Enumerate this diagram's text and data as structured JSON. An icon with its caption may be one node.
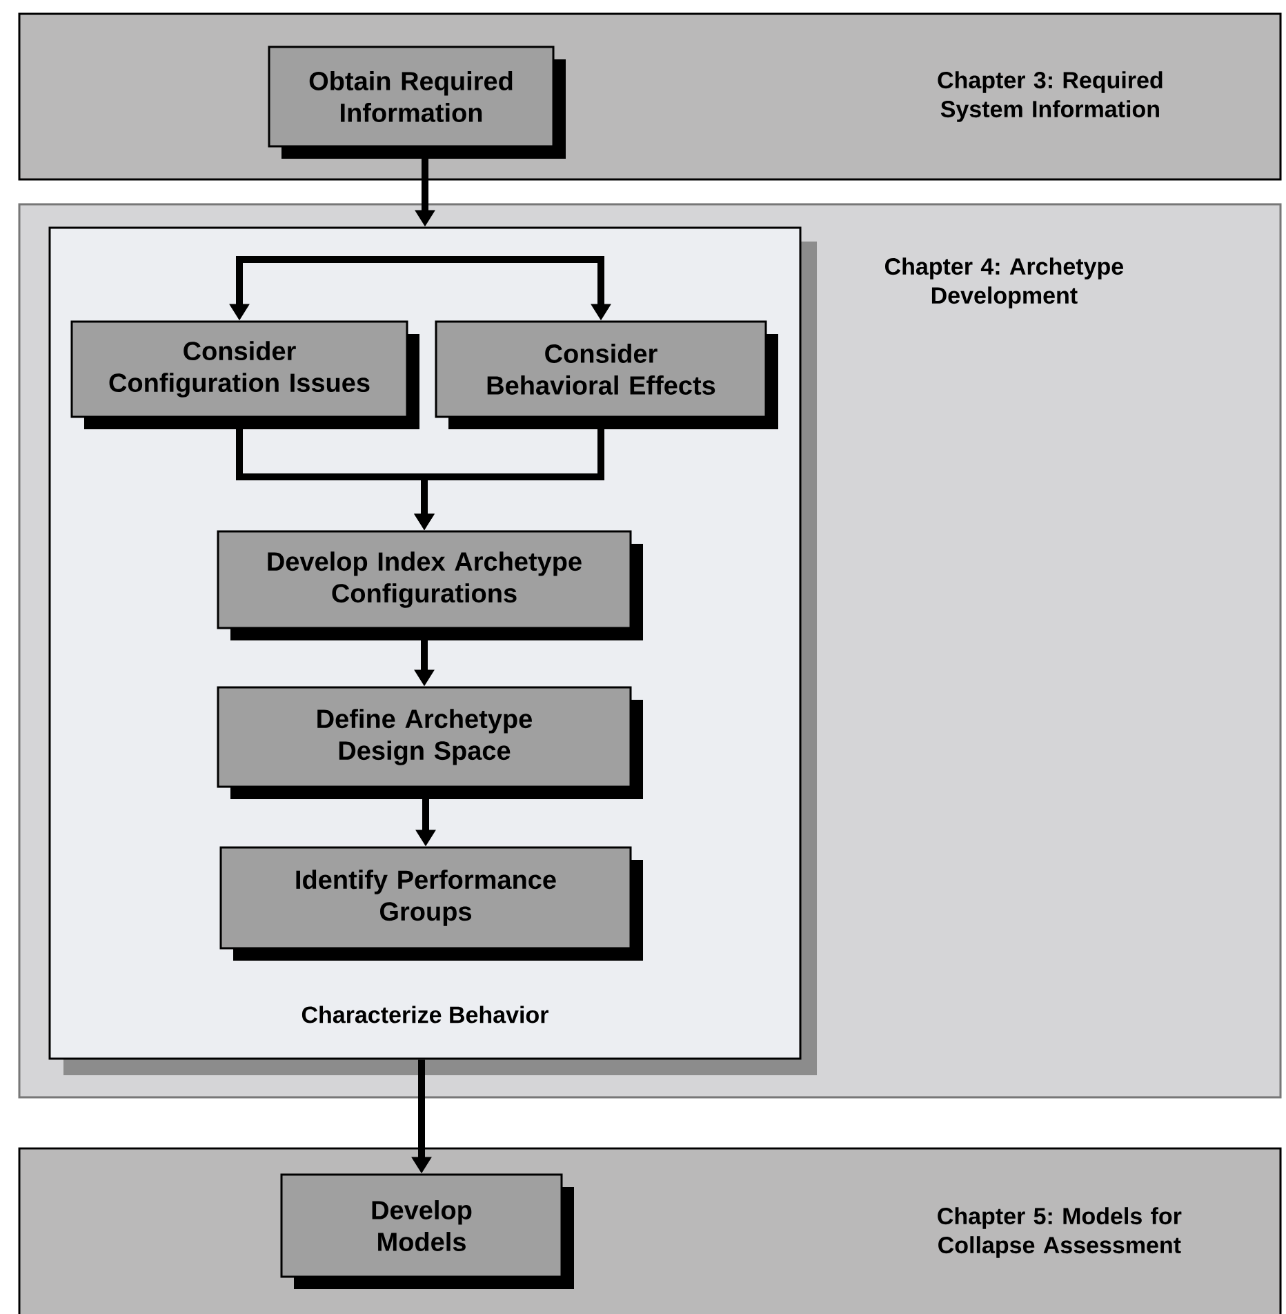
{
  "diagram": {
    "nodes": [
      {
        "text": [
          "Chapter 3: Required System Information"
        ]
      },
      {
        "text": [
          "Obtain Required Information"
        ],
        "in": 0
      },
      {
        "text": [
          "Chapter 4: Archetype Development"
        ]
      },
      {
        "text": [
          "Characterize Behavior"
        ],
        "in": 2
      },
      {
        "text": [
          "Consider Configuration Issues"
        ],
        "in": 3
      },
      {
        "text": [
          "Consider Behavioral Effects"
        ],
        "in": 3
      },
      {
        "text": [
          "Develop Index Archetype Configurations"
        ],
        "in": 3
      },
      {
        "text": [
          "Define Archetype Design Space"
        ],
        "in": 3
      },
      {
        "text": [
          "Identify Performance Groups"
        ],
        "in": 3
      },
      {
        "text": [
          "Chapter 5: Models for Collapse Assessment"
        ]
      },
      {
        "text": [
          "Develop Models"
        ],
        "in": 9
      }
    ],
    "edges": [
      {
        "from": 1,
        "to": 3,
        "arrow": "to"
      },
      {
        "from": null,
        "to": 4,
        "arrow": "to"
      },
      {
        "from": null,
        "to": 5,
        "arrow": "to"
      },
      {
        "from": 4,
        "to": 6,
        "arrow": "to"
      },
      {
        "from": 5,
        "to": 6,
        "arrow": "to"
      },
      {
        "from": 6,
        "to": 7,
        "arrow": "to"
      },
      {
        "from": 7,
        "to": 8,
        "arrow": "to"
      },
      {
        "from": 3,
        "to": 10,
        "arrow": "to"
      }
    ]
  }
}
